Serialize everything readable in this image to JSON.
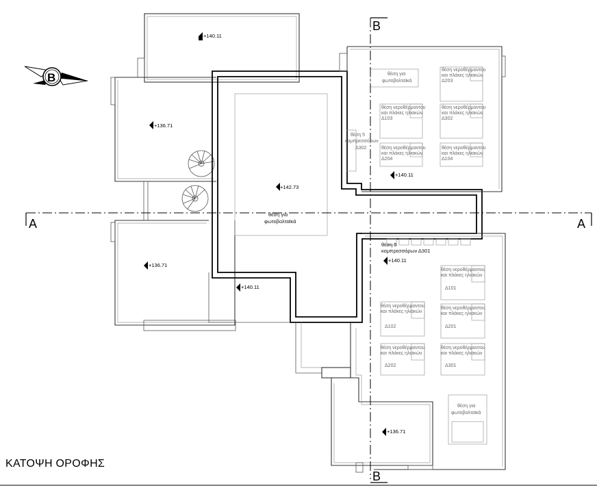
{
  "drawing_title": "ΚΑΤΟΨΗ ΟΡΟΦΗΣ",
  "north_symbol": "Β",
  "section_a": "A",
  "section_b": "B",
  "elevations": {
    "top_terrace": "+140.11",
    "upper_left": "+136.71",
    "center": "+142.73",
    "lower_left": "+136.71",
    "mid_left": "+140.11",
    "right_upper": "+140.11",
    "right_lower": "+140.11",
    "bottom": "+136.71"
  },
  "center_label": [
    "θέση για",
    "φωτοβολταϊκά"
  ],
  "compressors_301": [
    "θέση 5",
    "κομπρεσσόρων Δ301"
  ],
  "compressors_302": [
    "θέση 5",
    "κομπρεσσόρων",
    "Δ302"
  ],
  "upper_right_pv": [
    "θέση για",
    "φωτοβολταϊκά"
  ],
  "lower_right_pv": [
    "θέση για",
    "φωτοβολταϊκά"
  ],
  "heater_line1": "θέση νεροθέρμαντου",
  "heater_line1_alt": "θέση νεροθέρμαντου",
  "heater_line2": "και πλάκες ηλιακών",
  "units_upper": [
    "Δ203",
    "Δ103",
    "Δ302",
    "Δ204",
    "Δ104"
  ],
  "units_lower": [
    "Δ101",
    "Δ102",
    "Δ201",
    "Δ202",
    "Δ301"
  ]
}
